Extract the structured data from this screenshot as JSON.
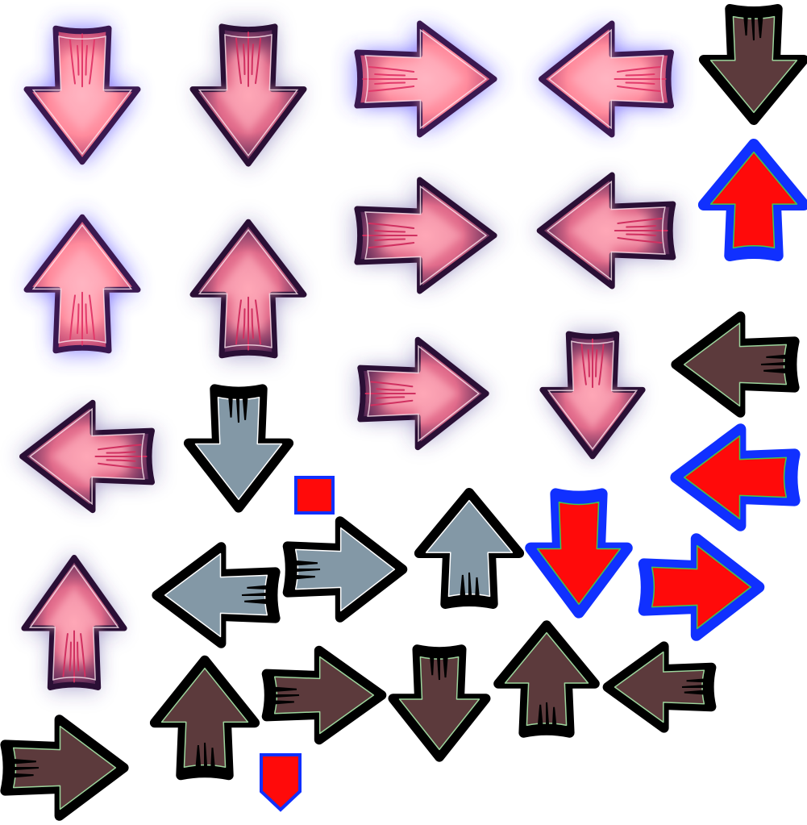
{
  "sheet": {
    "type": "arrow-sprite-sheet",
    "background": "#ffffff"
  },
  "styles": {
    "glow-pink": {
      "fill": "#ff8a9c",
      "core": "#ffb3c1",
      "outline": "#3a1850",
      "halo": "#4a3cff",
      "streak": "#e23a6a"
    },
    "glow-dark": {
      "fill": "#ff8a9c",
      "core": "#ffb3c1",
      "outline": "#2a0f35",
      "halo": "#3b2a8c",
      "streak": "#d03060"
    },
    "brown": {
      "fill": "#5c3a3c",
      "outline": "#000000",
      "trim": "#9cd49c"
    },
    "grey-blue": {
      "fill": "#8398a6",
      "outline": "#000000",
      "trim": "#ffffff"
    },
    "red-blue": {
      "fill": "#ff0a0a",
      "outline": "#1030ff",
      "trim": "#43c84a"
    }
  },
  "sprites": [
    {
      "name": "glow-arrow-down-1",
      "dir": "down",
      "style": "glow-pink"
    },
    {
      "name": "glow-arrow-down-2",
      "dir": "down",
      "style": "glow-dark"
    },
    {
      "name": "glow-arrow-right-1",
      "dir": "right",
      "style": "glow-pink"
    },
    {
      "name": "glow-arrow-left-1",
      "dir": "left",
      "style": "glow-pink"
    },
    {
      "name": "brown-arrow-down-1",
      "dir": "down",
      "style": "brown"
    },
    {
      "name": "red-arrow-up-1",
      "dir": "up",
      "style": "red-blue"
    },
    {
      "name": "glow-arrow-up-1",
      "dir": "up",
      "style": "glow-pink"
    },
    {
      "name": "glow-arrow-up-2",
      "dir": "up",
      "style": "glow-dark"
    },
    {
      "name": "glow-arrow-right-2",
      "dir": "right",
      "style": "glow-dark"
    },
    {
      "name": "glow-arrow-left-2",
      "dir": "left",
      "style": "glow-dark"
    },
    {
      "name": "glow-arrow-right-3",
      "dir": "right",
      "style": "glow-dark"
    },
    {
      "name": "glow-arrow-down-3",
      "dir": "down",
      "style": "glow-dark"
    },
    {
      "name": "brown-arrow-left-1",
      "dir": "left",
      "style": "brown"
    },
    {
      "name": "glow-arrow-left-3",
      "dir": "left",
      "style": "glow-dark"
    },
    {
      "name": "grey-arrow-down-1",
      "dir": "down",
      "style": "grey-blue"
    },
    {
      "name": "red-arrow-left-1",
      "dir": "left",
      "style": "red-blue"
    },
    {
      "name": "red-hold-cap",
      "dir": "none",
      "style": "red-blue"
    },
    {
      "name": "glow-arrow-up-3",
      "dir": "up",
      "style": "glow-dark"
    },
    {
      "name": "grey-arrow-left-1",
      "dir": "left",
      "style": "grey-blue"
    },
    {
      "name": "grey-arrow-right-1",
      "dir": "right",
      "style": "grey-blue"
    },
    {
      "name": "grey-arrow-up-1",
      "dir": "up",
      "style": "grey-blue"
    },
    {
      "name": "red-arrow-down-1",
      "dir": "down",
      "style": "red-blue"
    },
    {
      "name": "red-arrow-right-1",
      "dir": "right",
      "style": "red-blue"
    },
    {
      "name": "brown-arrow-up-1",
      "dir": "up",
      "style": "brown"
    },
    {
      "name": "brown-arrow-right-1",
      "dir": "right",
      "style": "brown"
    },
    {
      "name": "brown-arrow-down-2",
      "dir": "down",
      "style": "brown"
    },
    {
      "name": "brown-arrow-up-2",
      "dir": "up",
      "style": "brown"
    },
    {
      "name": "brown-arrow-left-2",
      "dir": "left",
      "style": "brown"
    },
    {
      "name": "brown-arrow-right-2",
      "dir": "right",
      "style": "brown"
    },
    {
      "name": "red-hold-tail",
      "dir": "down",
      "style": "red-blue"
    }
  ]
}
